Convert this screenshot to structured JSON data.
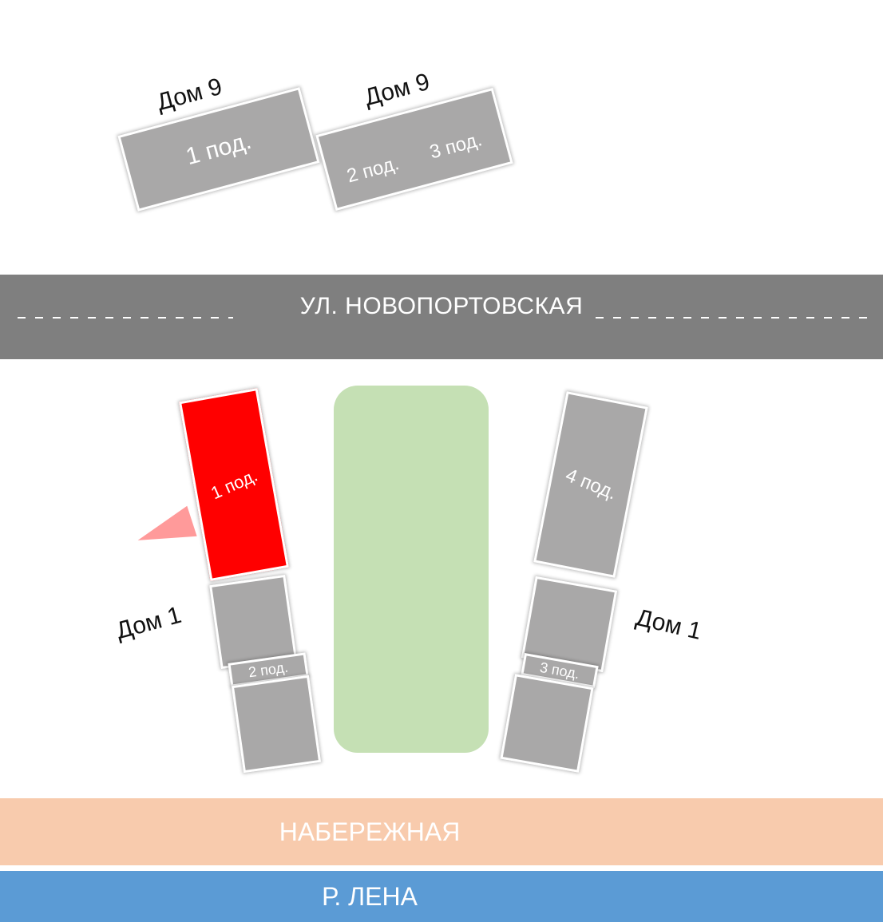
{
  "colors": {
    "building": "#a9a8a8",
    "highlighted_building": "#ff0000",
    "road": "#7f7f7f",
    "park": "#c5e0b4",
    "embankment": "#f8cbad",
    "river": "#5b9bd5",
    "entrance_marker": "#ff9a9a"
  },
  "north": {
    "dom9_left": {
      "label": "Дом 9",
      "entrance": "1 под."
    },
    "dom9_right": {
      "label": "Дом 9",
      "entrances": [
        "2 под.",
        "3 под."
      ]
    }
  },
  "road": {
    "name": "УЛ. НОВОПОРТОВСКАЯ"
  },
  "south": {
    "dom1_left": {
      "label": "Дом 1",
      "entrance_1": "1 под.",
      "entrance_2": "2 под."
    },
    "dom1_right": {
      "label": "Дом 1",
      "entrance_4": "4 под.",
      "entrance_3": "3 под."
    }
  },
  "embankment": {
    "name": "НАБЕРЕЖНАЯ"
  },
  "river": {
    "name": "Р. ЛЕНА"
  }
}
